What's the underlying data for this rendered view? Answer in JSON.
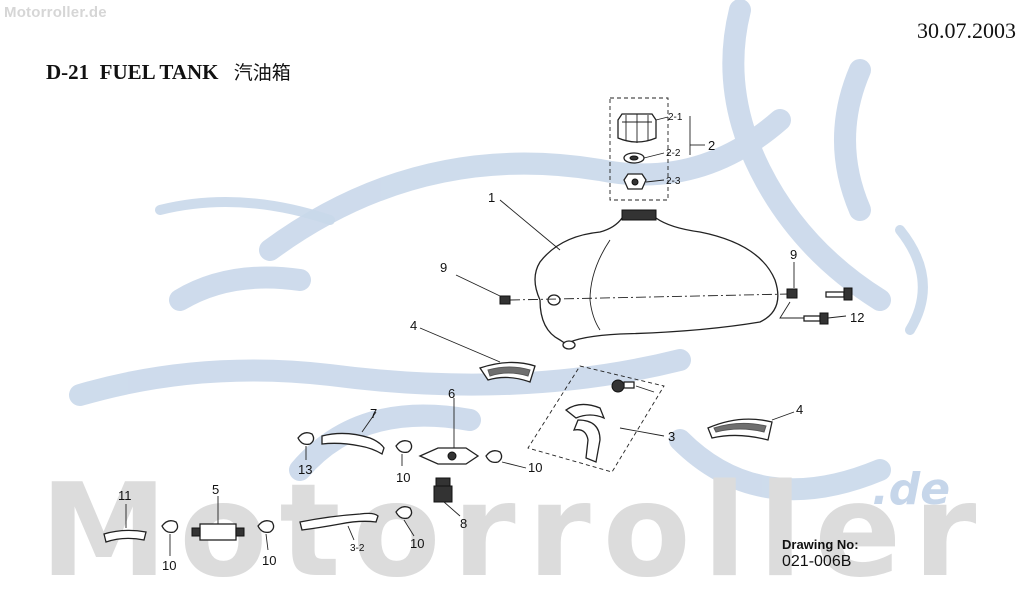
{
  "watermark": {
    "site": "Motorroller.de",
    "big": "Motorroller",
    "suffix": ".de"
  },
  "header": {
    "date": "30.07.2003",
    "code": "D-21",
    "name": "FUEL TANK",
    "name_cn": "汽油箱"
  },
  "drawing": {
    "label": "Drawing No:",
    "number": "021-006B"
  },
  "labels": {
    "p1": "1",
    "p2": "2",
    "p2_1": "2-1",
    "p2_2": "2-2",
    "p2_3": "2-3",
    "p3": "3",
    "p3_2": "3-2",
    "p4a": "4",
    "p4b": "4",
    "p5": "5",
    "p6": "6",
    "p7": "7",
    "p8": "8",
    "p9a": "9",
    "p9b": "9",
    "p10a": "10",
    "p10b": "10",
    "p10c": "10",
    "p10d": "10",
    "p10e": "10",
    "p11": "11",
    "p12": "12",
    "p13": "13"
  },
  "colors": {
    "watermark_blue": "#c9d8ea",
    "watermark_gray": "#dcdcdc",
    "ink": "#222222"
  }
}
